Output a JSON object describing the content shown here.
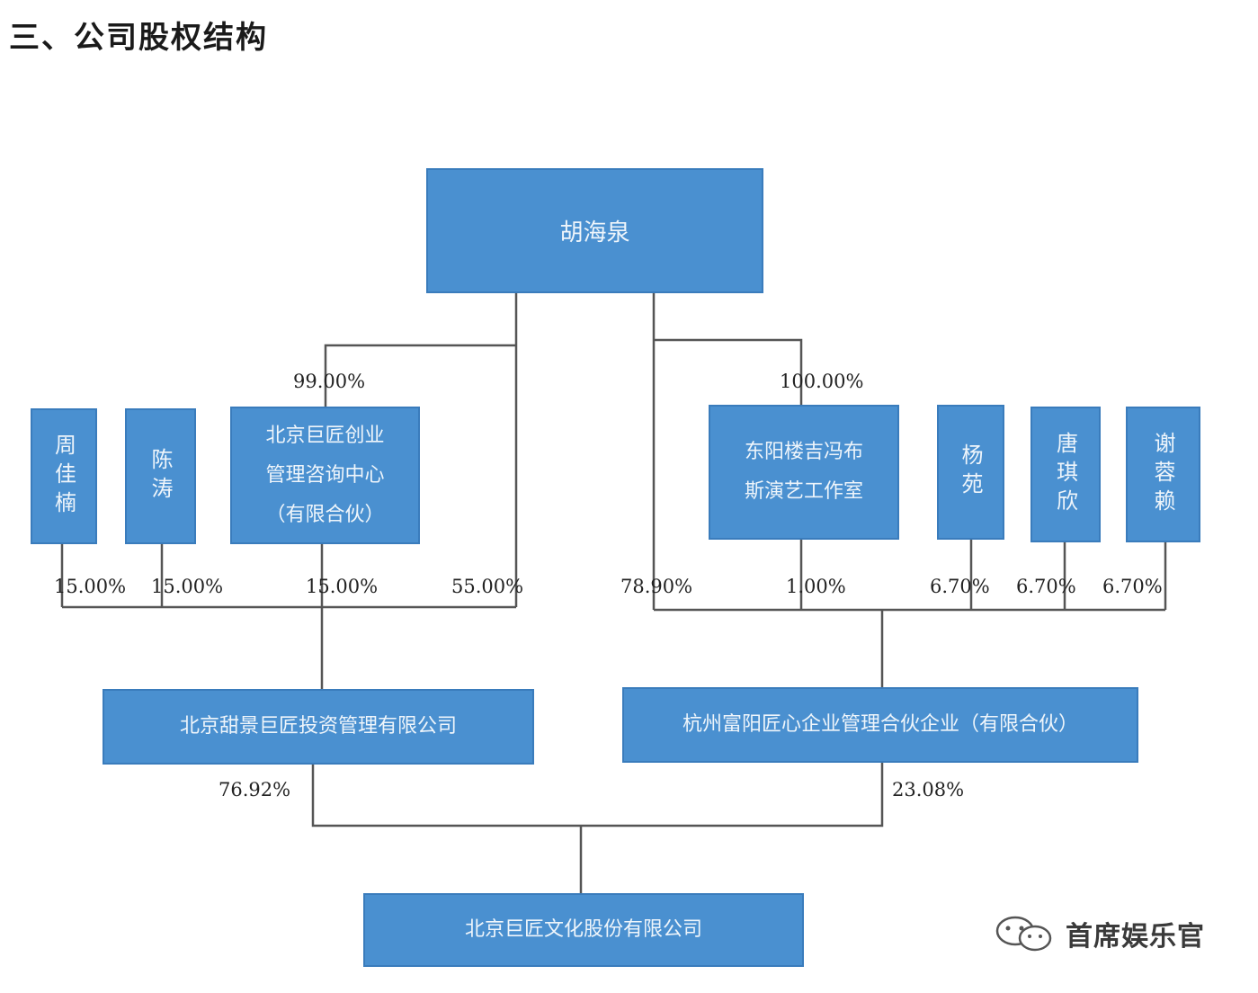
{
  "title": "三、公司股权结构",
  "nodes": {
    "top_person": "胡海泉",
    "zhou": "周佳楠",
    "chen": "陈涛",
    "consult": "北京巨匠创业\n管理咨询中心\n（有限合伙）",
    "dongyang": "东阳楼吉冯布\n斯演艺工作室",
    "yang": "杨苑",
    "tang": "唐琪欣",
    "xie": "谢蓉赖",
    "beijing_invest": "北京甜景巨匠投资管理有限公司",
    "hangzhou": "杭州富阳匠心企业管理合伙企业（有限合伙）",
    "final": "北京巨匠文化股份有限公司"
  },
  "percentages": {
    "p_consult": "99.00%",
    "p_dongyang": "100.00%",
    "p_zhou": "15.00%",
    "p_chen": "15.00%",
    "p_consult_bj": "15.00%",
    "p_hu_bj": "55.00%",
    "p_hu_hz": "78.90%",
    "p_dongyang_hz": "1.00%",
    "p_yang": "6.70%",
    "p_tang": "6.70%",
    "p_xie": "6.70%",
    "p_bj_final": "76.92%",
    "p_hz_final": "23.08%"
  },
  "watermark": {
    "text": "首席娱乐官",
    "icon": "wechat-icon"
  },
  "colors": {
    "box_fill": "#4a90d0",
    "box_border": "#3a7cbc",
    "line": "#555555"
  }
}
